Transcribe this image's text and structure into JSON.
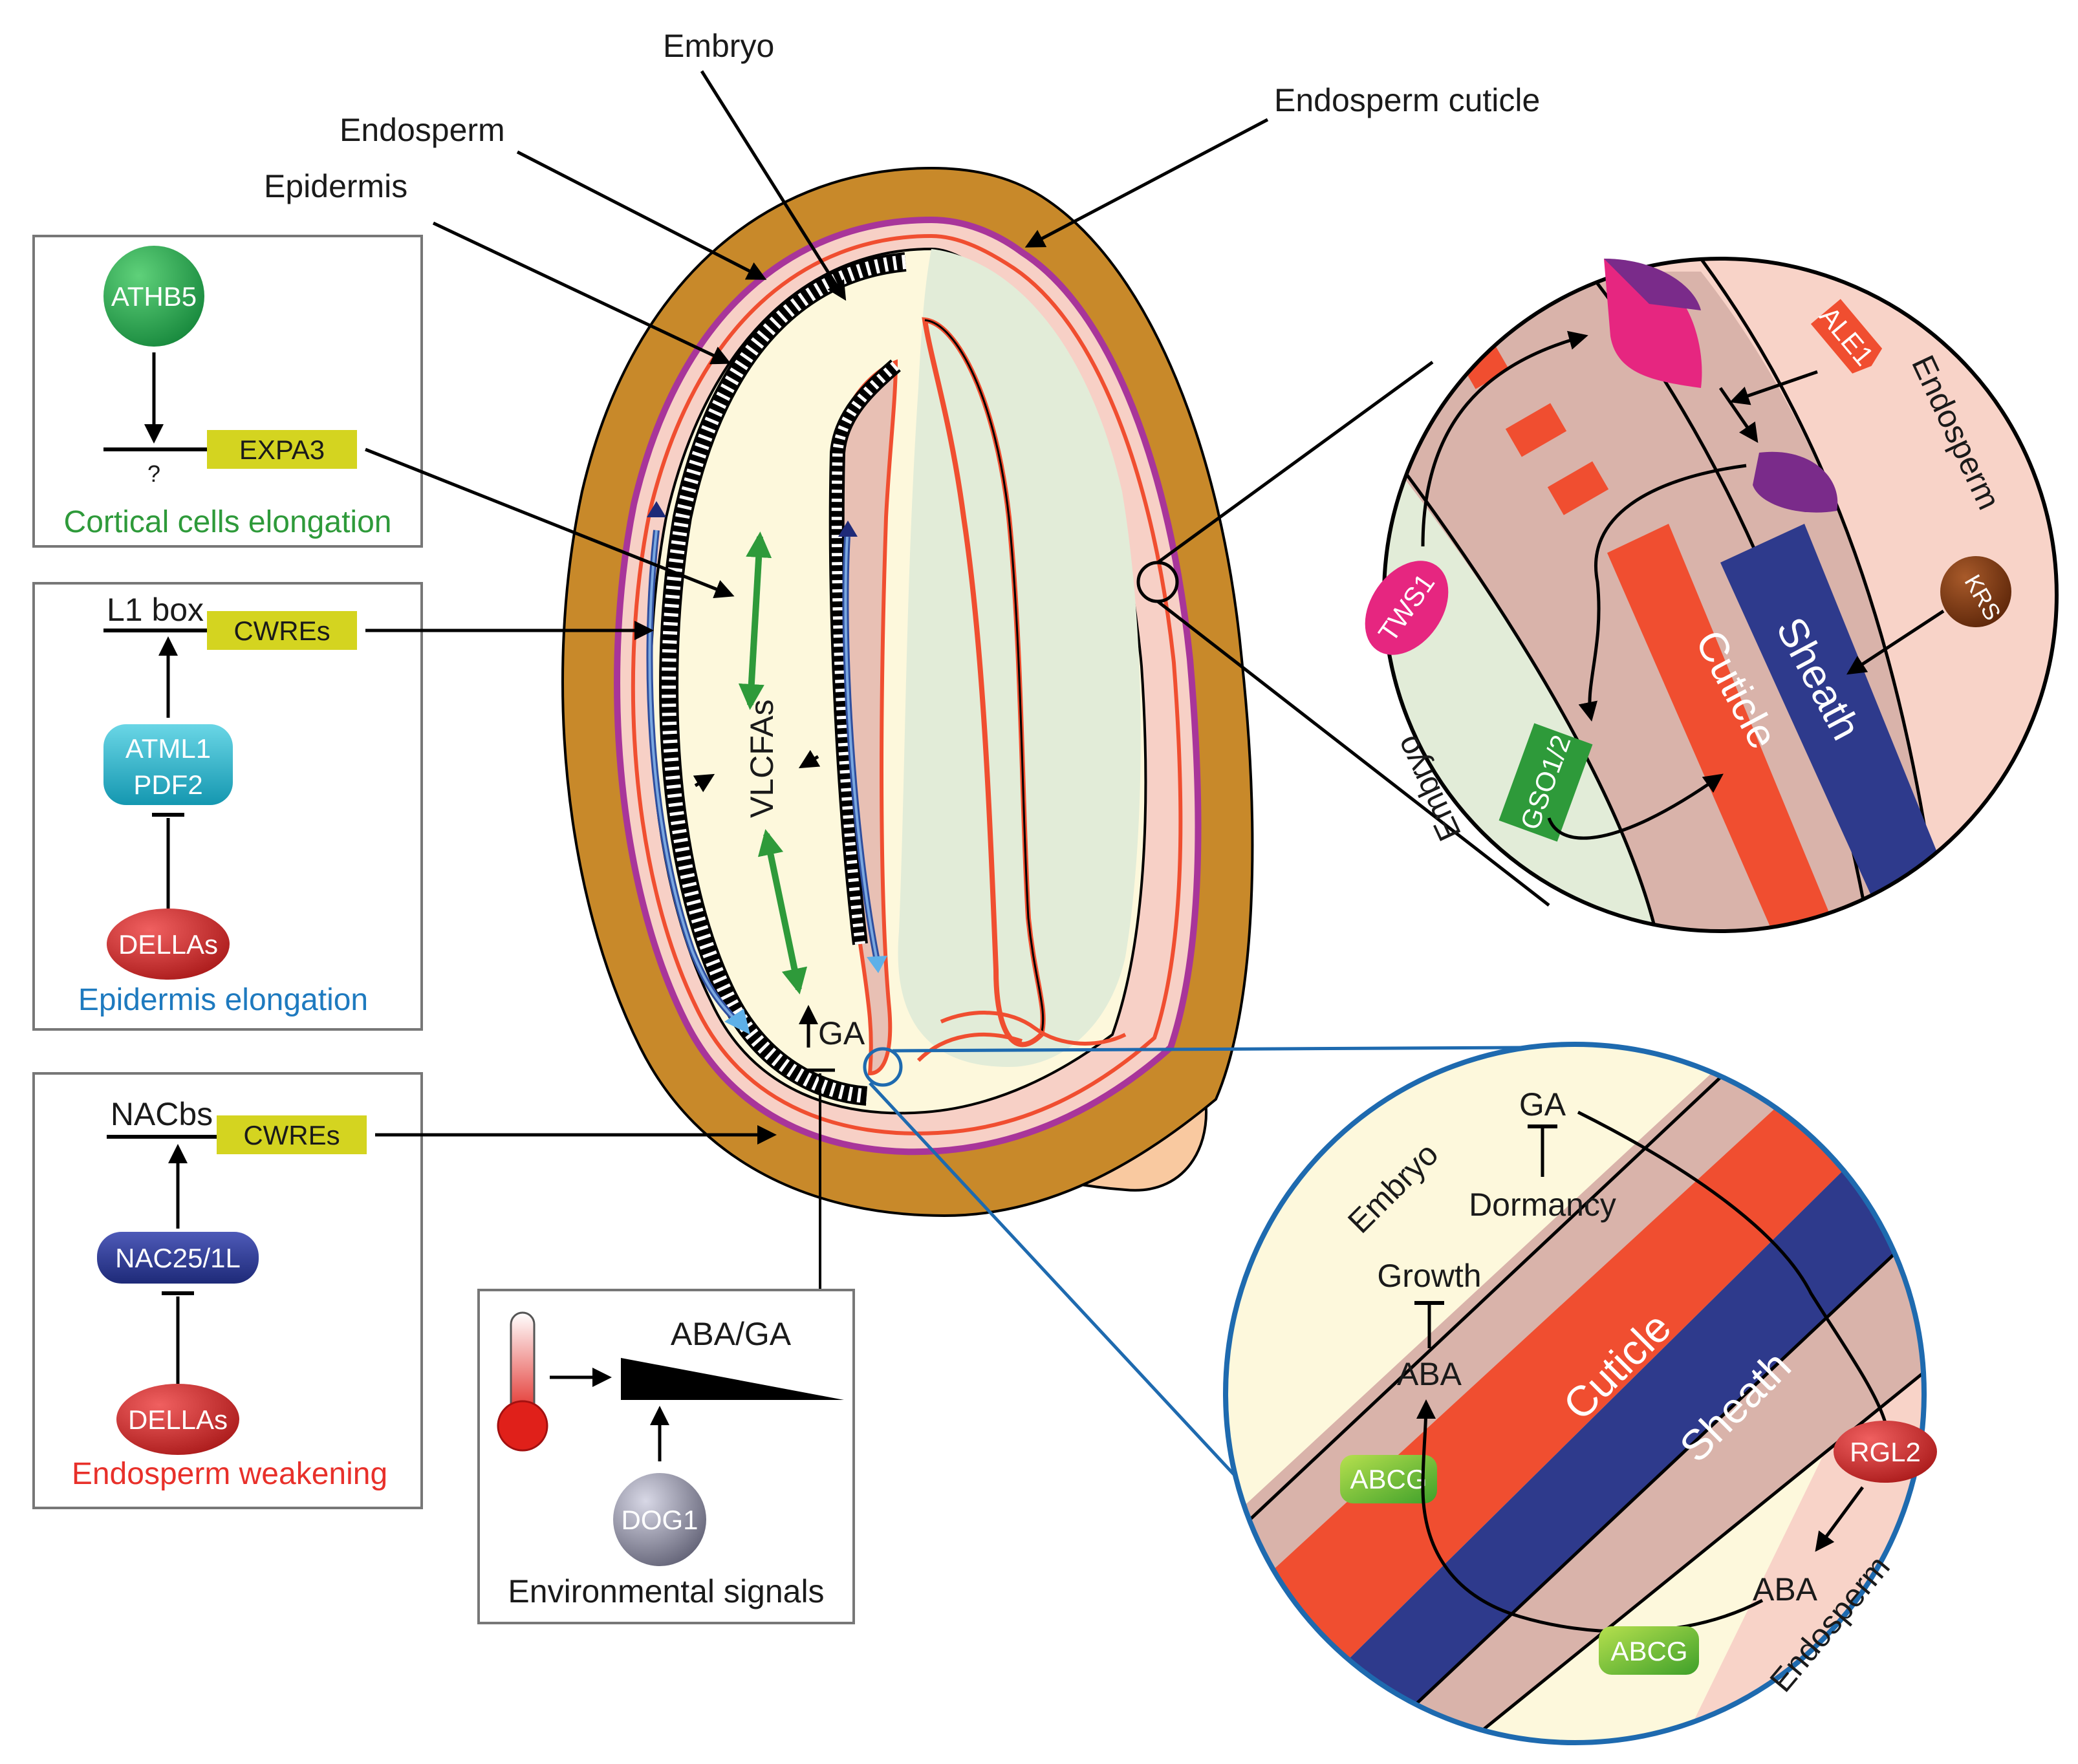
{
  "labels": {
    "embryo": "Embryo",
    "endosperm": "Endosperm",
    "epidermis": "Epidermis",
    "endosperm_cuticle": "Endosperm cuticle",
    "vlcfas": "VLCFAs",
    "ga": "GA"
  },
  "box1": {
    "athb5": "ATHB5",
    "unknown": "?",
    "expa3": "EXPA3",
    "title": "Cortical cells elongation"
  },
  "box2": {
    "l1box": "L1 box",
    "cwres": "CWREs",
    "atml1": "ATML1",
    "pdf2": "PDF2",
    "dellas": "DELLAs",
    "title": "Epidermis elongation"
  },
  "box3": {
    "nacbs": "NACbs",
    "cwres": "CWREs",
    "nac": "NAC25/1L",
    "dellas": "DELLAs",
    "title": "Endosperm weakening"
  },
  "env": {
    "ratio": "ABA/GA",
    "dog1": "DOG1",
    "title": "Environmental signals"
  },
  "zoom_top": {
    "ale1": "ALE1",
    "endosperm": "Endosperm",
    "krs": "KRS",
    "tws1": "TWS1",
    "embryo": "Embryo",
    "gso": "GSO1/2",
    "cuticle": "Cuticle",
    "sheath": "Sheath"
  },
  "zoom_bottom": {
    "embryo": "Embryo",
    "ga": "GA",
    "dormancy": "Dormancy",
    "growth": "Growth",
    "aba1": "ABA",
    "abcg1": "ABCG",
    "cuticle": "Cuticle",
    "sheath": "Sheath",
    "rgl2": "RGL2",
    "aba2": "ABA",
    "abcg2": "ABCG",
    "endosperm": "Endosperm"
  },
  "colors": {
    "testa": "#C8892A",
    "endosperm": "#F7D0C6",
    "embryo": "#FDF8DC",
    "cotyledon": "#E2ECD8",
    "cuticle": "#F04E30",
    "sheath": "#2E3A8C",
    "magenta": "#A8359A",
    "green_arrow": "#2E9A3A",
    "blue_arrow": "#3E7BC8",
    "yellow_box": "#D4D420",
    "zoom_pink": "#F8D3C8",
    "zoom_mid": "#D9B3AA"
  }
}
